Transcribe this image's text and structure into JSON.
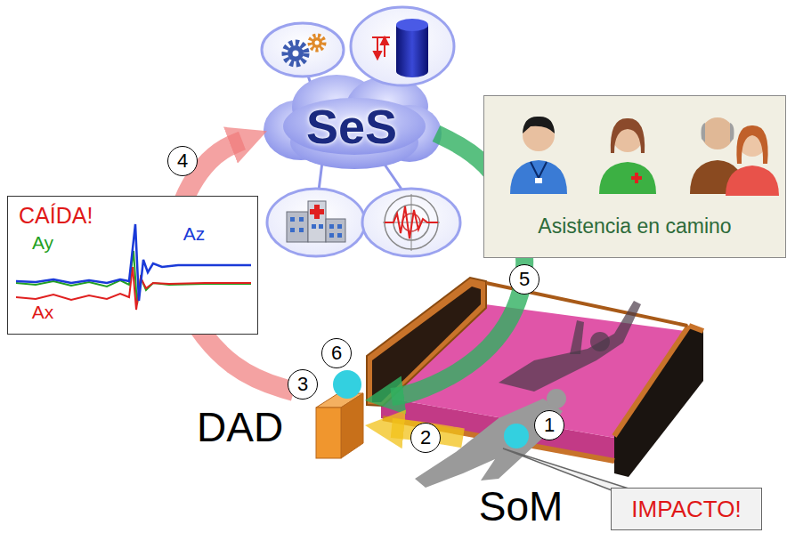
{
  "diagram": {
    "nodes": [
      {
        "text": [
          "SeS"
        ]
      },
      {
        "text": [
          "Asistencia en camino"
        ]
      },
      {
        "text": [
          "CAÍDA!"
        ]
      },
      {
        "text": [
          "DAD"
        ]
      },
      {
        "text": [
          "SoM"
        ]
      },
      {
        "text": [
          "IMPACTO!"
        ]
      }
    ],
    "edges": [
      {
        "from": 3,
        "to": 0,
        "arrow": "to"
      },
      {
        "from": 0,
        "to": 3,
        "arrow": "to"
      },
      {
        "from": 4,
        "to": 3,
        "arrow": "to"
      }
    ],
    "labels": [
      "4",
      "5",
      "6",
      "3",
      "2",
      "1",
      "Ay",
      "Az",
      "Ax"
    ]
  }
}
